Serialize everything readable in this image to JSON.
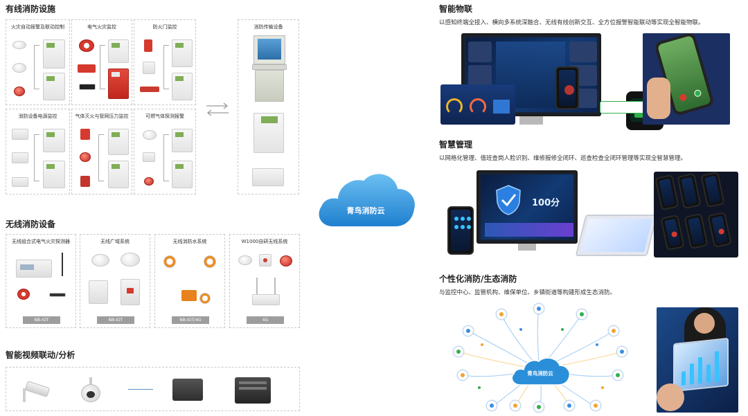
{
  "wired": {
    "title": "有线消防设施",
    "boxes": [
      "火灾自动报警及联动控制",
      "电气火灾监控",
      "防火门监控",
      "消防设备电源监控",
      "气体灭火与管网压力监控",
      "可燃气体探测报警"
    ],
    "transmission": "消防传输设备"
  },
  "cloud": {
    "label": "青鸟消防云"
  },
  "wireless": {
    "title": "无线消防设备",
    "boxes": [
      {
        "label": "无线组合式电气火灾探测器",
        "tag": "NB-IOT"
      },
      {
        "label": "无线广域系统",
        "tag": "NB-IOT"
      },
      {
        "label": "无线消防水系统",
        "tag": "NB-IOT/4G"
      },
      {
        "label": "W1000自研无线系统",
        "tag": "4G"
      }
    ]
  },
  "video": {
    "title": "智能视频联动/分析"
  },
  "iot": {
    "title": "智能物联",
    "desc": "以感知终端全接入、横向多系统深融合、无线有线创新交互、全方位报警智能联动等实现全智能物联。"
  },
  "management": {
    "title": "智慧管理",
    "desc": "以网格化管理、值班查岗人脸识别、维修报修全闭环、巡查检查全闭环管理等实现全智慧管理。",
    "screen_text": "100分"
  },
  "eco": {
    "title": "个性化消防/生态消防",
    "desc": "与监控中心、监管机构、维保单位、乡镇街道等构建形成生态消防。",
    "cloud_label": "青鸟消防云"
  },
  "colors": {
    "cloud": "#2a8fd8",
    "accent_green": "#2fb14a",
    "alarm_red": "#d63a2e"
  }
}
